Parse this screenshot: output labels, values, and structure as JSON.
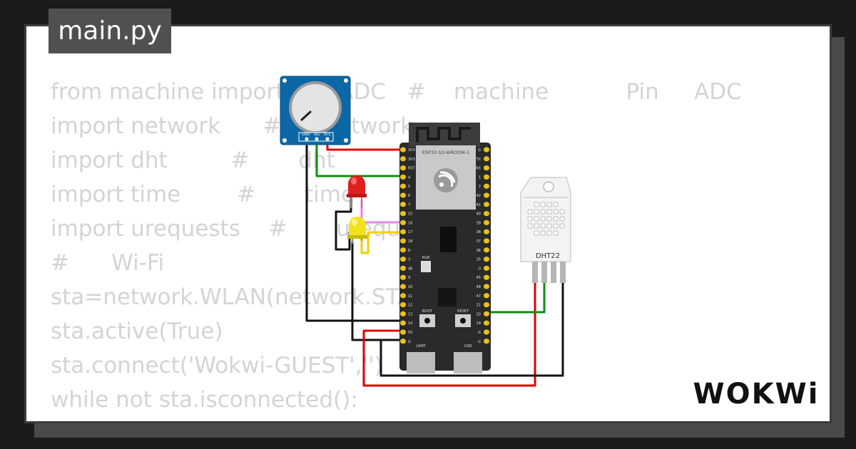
{
  "title": "main.py",
  "code_lines": [
    "from machine import Pin, ADC   #    machine           Pin     ADC",
    "import network      #      network",
    "import dht         #       dht",
    "import time        #       time",
    "import urequests    #       urequests",
    "",
    "#      Wi-Fi",
    "sta=network.WLAN(network.STA_IF)",
    "sta.active(True)",
    "sta.connect('Wokwi-GUEST','')",
    "while not sta.isconnected():"
  ],
  "potentiometer": {
    "pins": [
      "GND",
      "SIG",
      "VCC"
    ]
  },
  "esp32": {
    "module_label": "ESP32-S3-WROOM-1",
    "left_pins": [
      "3V3",
      "3V3",
      "RST",
      "4",
      "5",
      "6",
      "7",
      "15",
      "16",
      "17",
      "18",
      "8",
      "3",
      "46",
      "9",
      "10",
      "11",
      "12",
      "13",
      "14",
      "5V",
      "G"
    ],
    "right_pins": [
      "G",
      "TX",
      "RX",
      "1",
      "2",
      "42",
      "41",
      "40",
      "39",
      "38",
      "37",
      "36",
      "35",
      "0",
      "45",
      "48",
      "47",
      "21",
      "20",
      "19",
      "G",
      "G"
    ],
    "rgb_label": "RGB",
    "boot_label": "BOOT",
    "reset_label": "RESET",
    "uart_label": "UART",
    "usb_label": "USB"
  },
  "dht": {
    "label": "DHT22"
  },
  "leds": [
    {
      "color_name": "red",
      "color": "#e02020"
    },
    {
      "color_name": "yellow",
      "color": "#f2e21b"
    }
  ],
  "wire_colors": {
    "red": "#e00000",
    "green": "#0a8f0a",
    "black": "#111111",
    "pink": "#ee82ee",
    "yellow": "#f0d000"
  },
  "brand": "WOKWi"
}
